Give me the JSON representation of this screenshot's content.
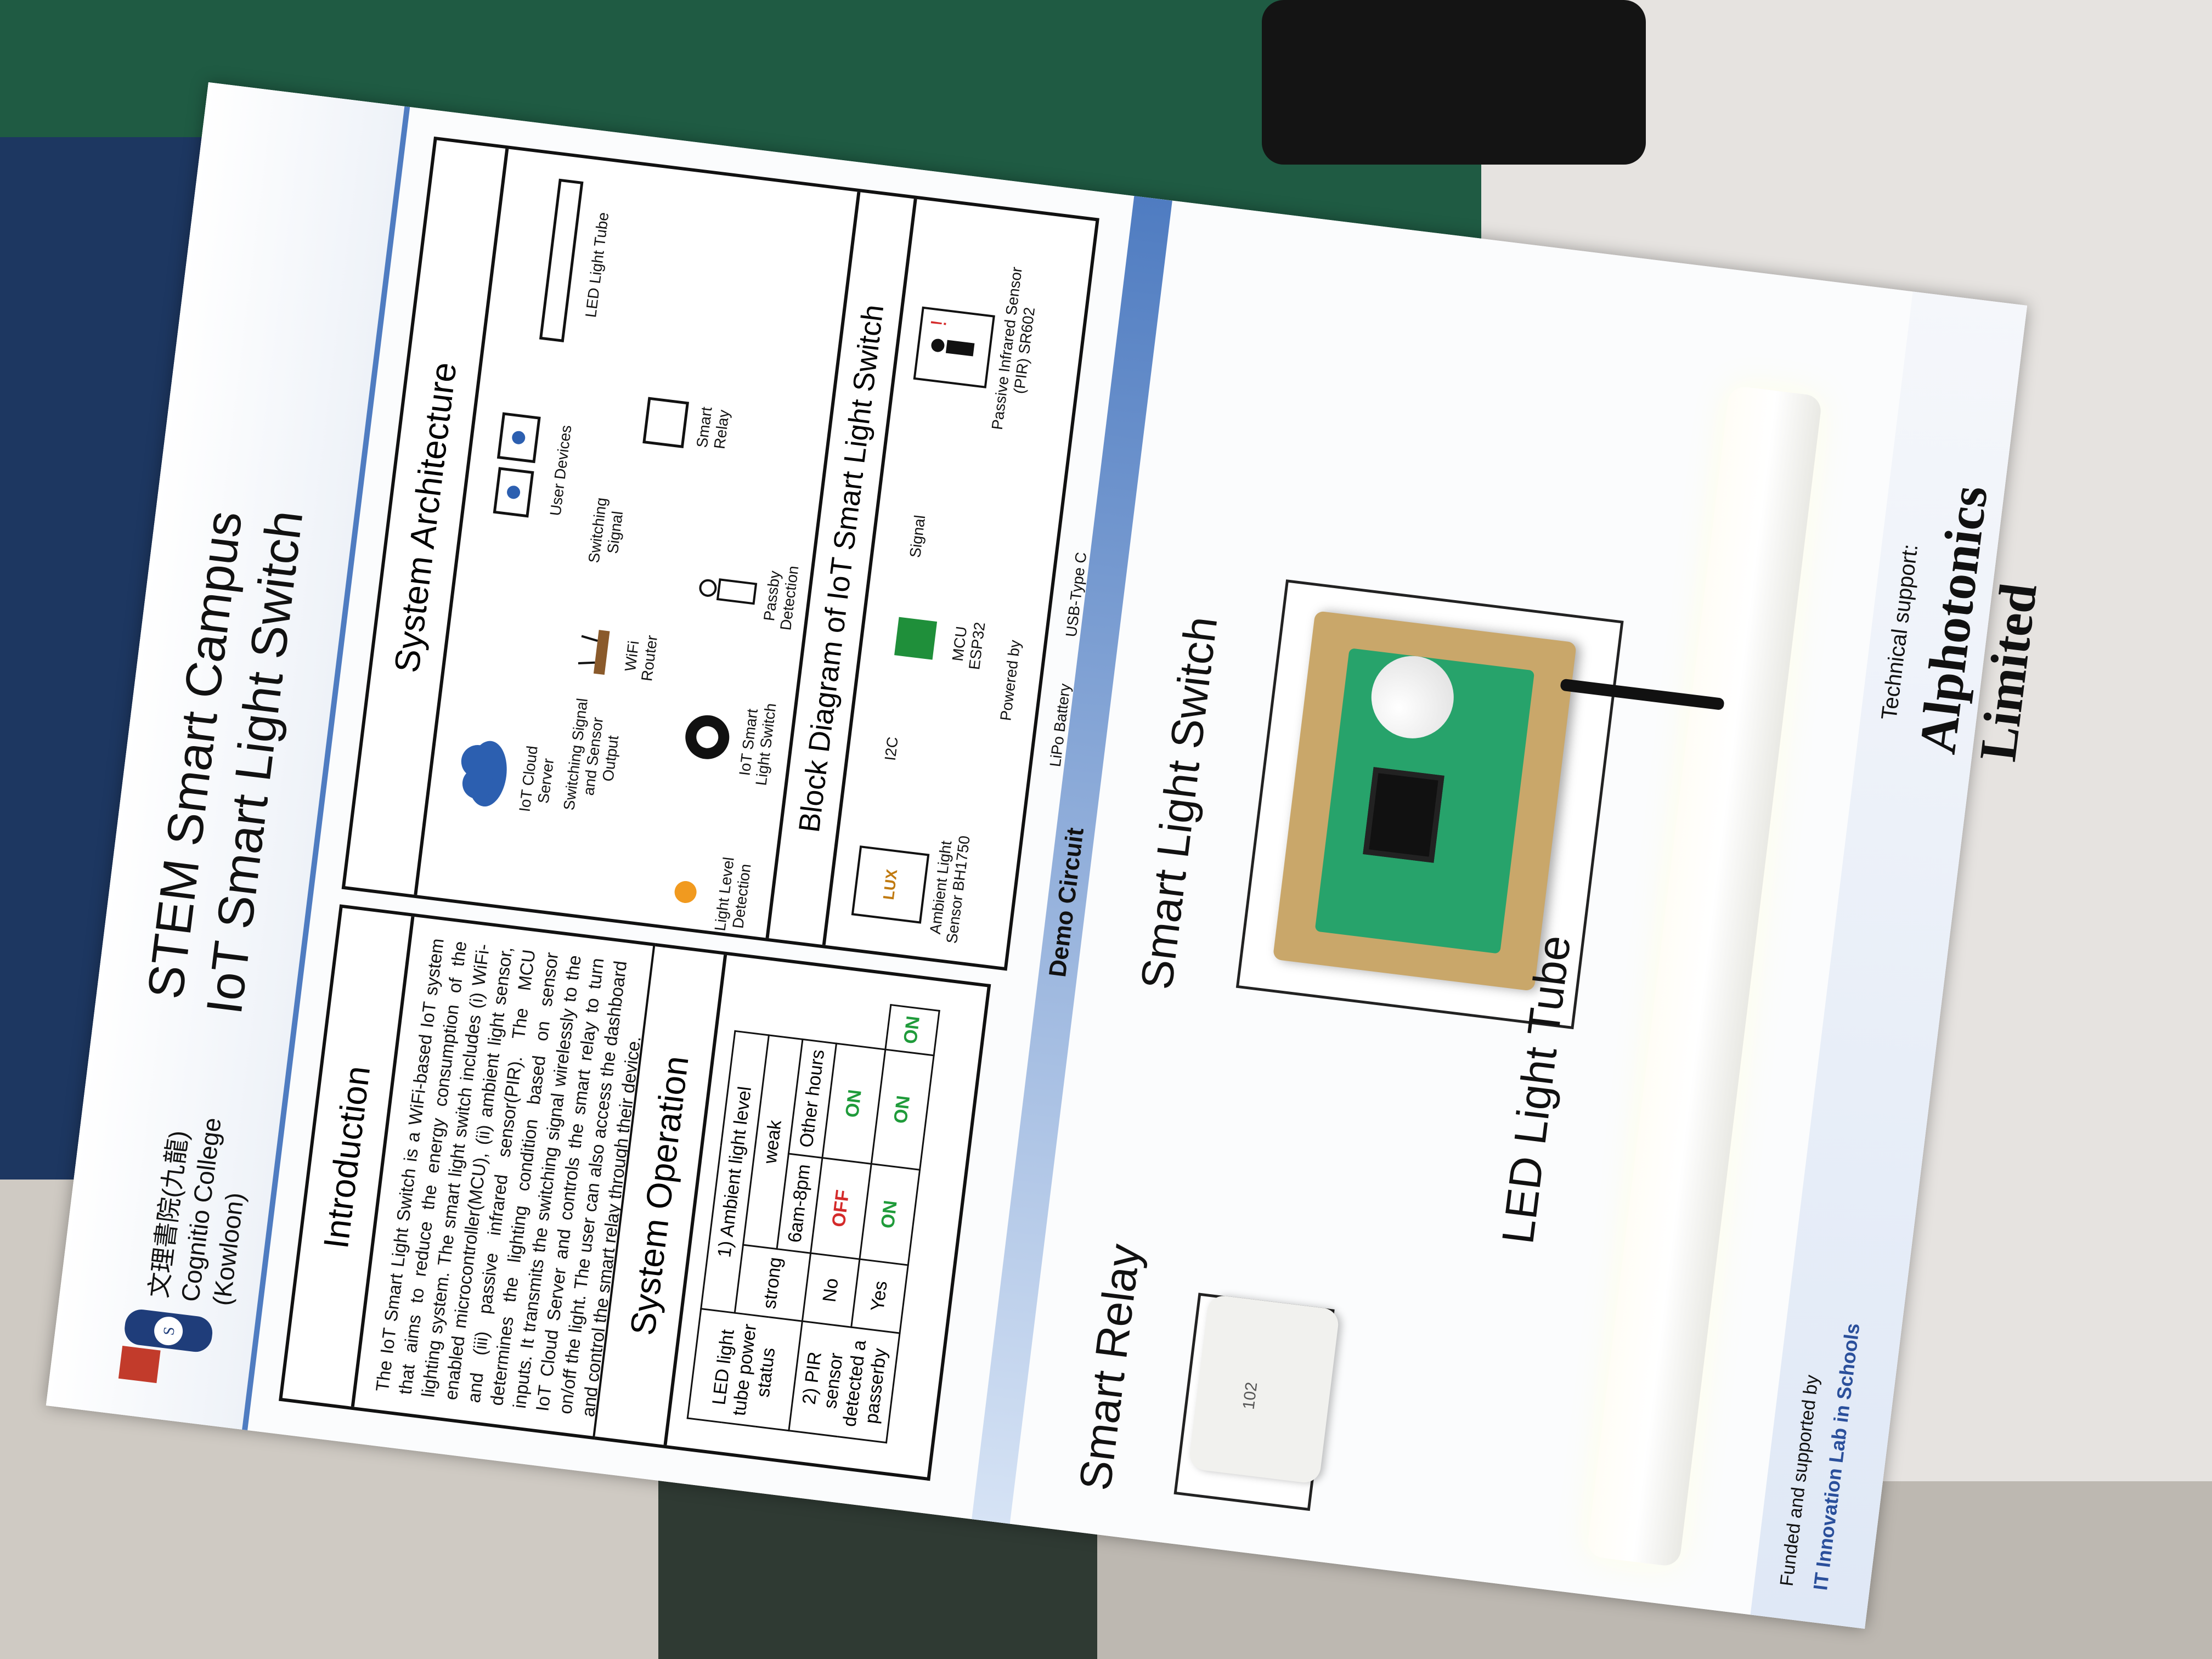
{
  "poster": {
    "title_line1": "STEM Smart Campus",
    "title_line2": "IoT Smart Light Switch",
    "school": {
      "chinese_name": "文理書院(九龍)",
      "english_name": "Cognitio College",
      "location": "(Kowloon)"
    },
    "introduction": {
      "heading": "Introduction",
      "body": "The IoT Smart Light Switch is a WiFi-based IoT system that aims to reduce the energy consumption of the lighting system. The smart light switch includes (i) WiFi-enabled microcontroller(MCU), (ii) ambient light sensor, and (iii) passive infrared sensor(PIR). The MCU determines the lighting condition based on sensor inputs. It transmits the switching signal wirelessly to the IoT Cloud Server and controls the smart relay to turn on/off the light. The user can also access the dashboard and control the smart relay through their device."
    },
    "system_operation": {
      "heading": "System Operation",
      "corner_label": "LED light tube power status",
      "ambient_header": "1) Ambient light level",
      "strong": "strong",
      "weak": "weak",
      "hours_a": "6am-8pm",
      "hours_b": "Other hours",
      "pir_label": "2) PIR sensor detected a passerby",
      "no": "No",
      "yes": "Yes",
      "off": "OFF",
      "on": "ON"
    },
    "architecture": {
      "heading": "System Architecture",
      "iot_cloud_server": "IoT Cloud Server",
      "user_devices": "User Devices",
      "switching_sensor_output": "Switching Signal and Sensor Output",
      "wifi_router": "WiFi Router",
      "switching_signal": "Switching Signal",
      "smart_relay": "Smart Relay",
      "led_light_tube": "LED Light Tube",
      "light_level_detection": "Light Level Detection",
      "iot_smart_light_switch": "IoT Smart Light Switch",
      "passby_detection": "Passby Detection"
    },
    "block_diagram": {
      "heading": "Block Diagram of IoT Smart Light Switch",
      "ambient_sensor": "Ambient Light Sensor BH1750",
      "i2c": "I2C",
      "mcu": "MCU ESP32",
      "signal": "Signal",
      "pir_sensor": "Passive Infrared Sensor (PIR) SR602",
      "powered_by": "Powered by",
      "lipo": "LiPo Battery",
      "usbc": "USB-Type C",
      "lux": "LUX"
    },
    "demo_circuit": "Demo Circuit",
    "labels": {
      "smart_relay": "Smart Relay",
      "smart_light_switch": "Smart Light Switch",
      "led_light_tube": "LED Light Tube",
      "relay_number": "102"
    },
    "footer": {
      "funded": "Funded and supported by",
      "ite_lab": "IT Innovation Lab in Schools",
      "technical_support": "Technical support:",
      "company": "Alphotonics Limited"
    }
  }
}
